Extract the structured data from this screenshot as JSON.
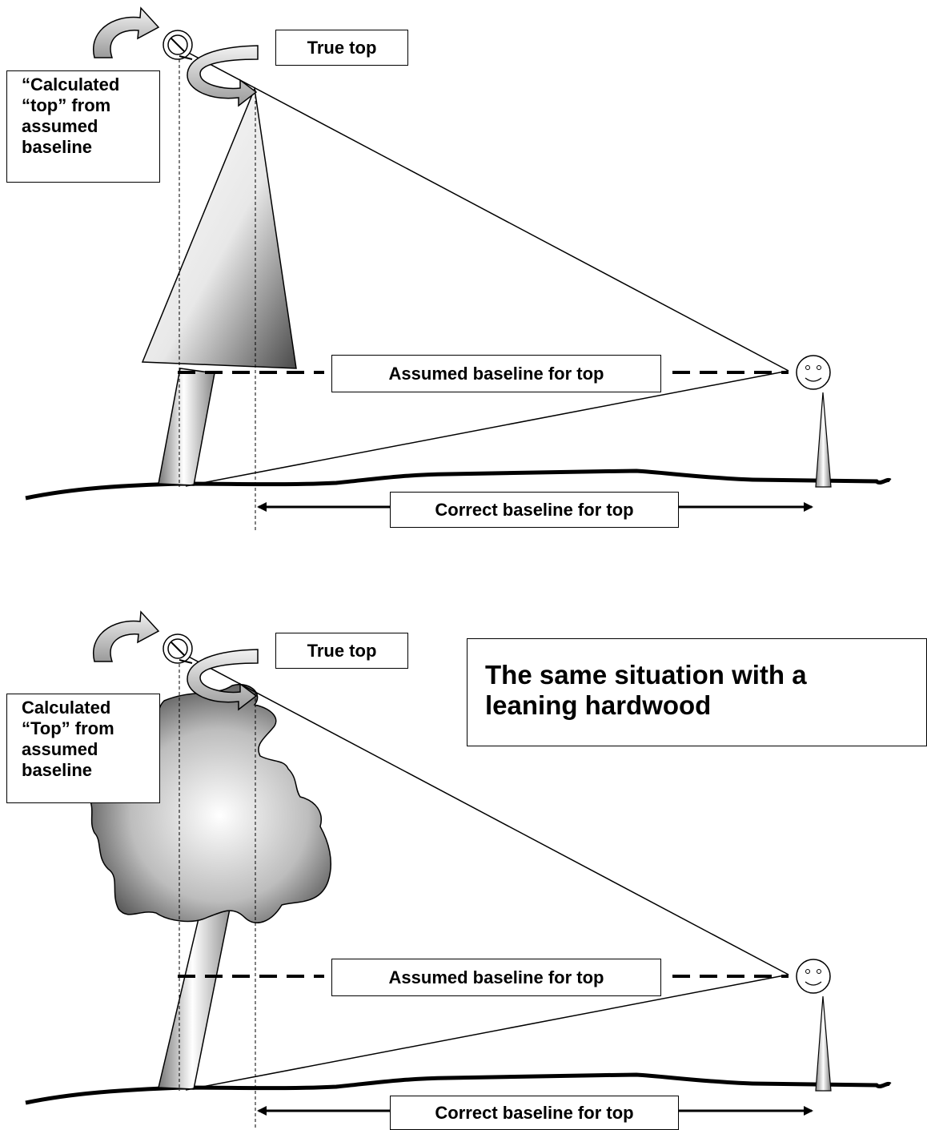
{
  "panels": [
    {
      "true_top_label": "True top",
      "calculated_top_label": "“Calculated\n“top” from\nassumed\nbaseline",
      "assumed_baseline_label": "Assumed baseline for top",
      "correct_baseline_label": "Correct baseline for top"
    },
    {
      "true_top_label": "True top",
      "calculated_top_label": "Calculated\n“Top” from\nassumed\nbaseline",
      "assumed_baseline_label": "Assumed baseline for top",
      "correct_baseline_label": "Correct baseline for top",
      "caption": "The same situation with a\nleaning hardwood"
    }
  ],
  "colors": {
    "ink": "#000000",
    "shade_dark": "#555555",
    "shade_light": "#ffffff",
    "arrow_fill": "#dddddd"
  }
}
